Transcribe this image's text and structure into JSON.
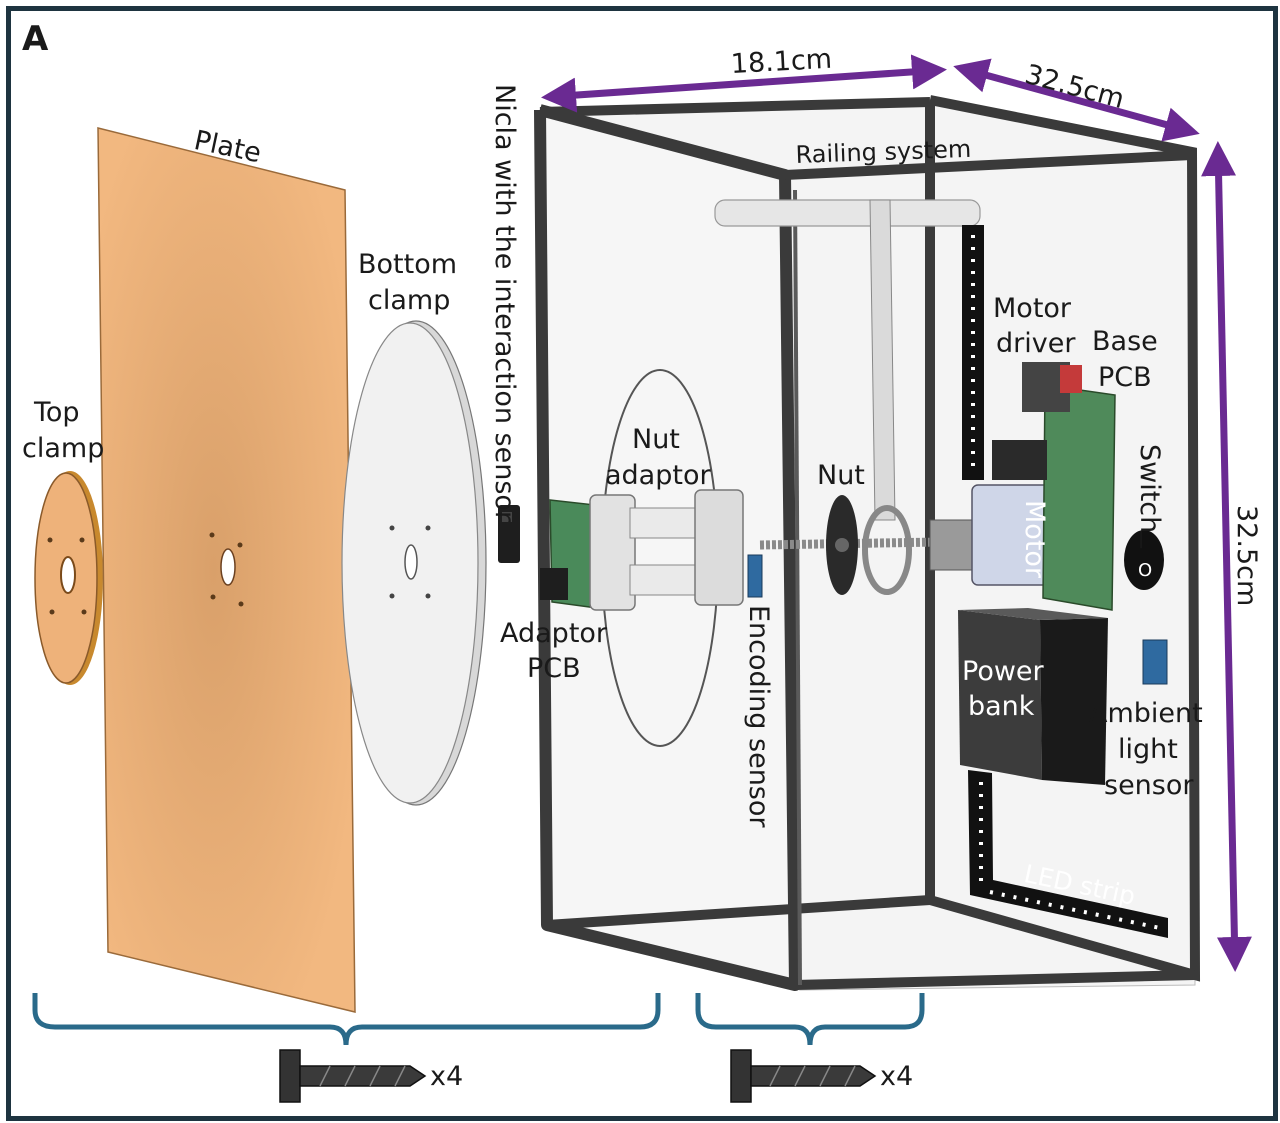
{
  "panel_letter": "A",
  "labels": {
    "plate": "Plate",
    "top_clamp_1": "Top",
    "top_clamp_2": "clamp",
    "bottom_clamp_1": "Bottom",
    "bottom_clamp_2": "clamp",
    "nicla": "Nicla with the interaction sensor",
    "adaptor_pcb_1": "Adaptor",
    "adaptor_pcb_2": "PCB",
    "nut_adaptor_1": "Nut",
    "nut_adaptor_2": "adaptor",
    "nut": "Nut",
    "encoding_sensor": "Encoding sensor",
    "railing_system": "Railing system",
    "motor_driver_1": "Motor",
    "motor_driver_2": "driver",
    "base_pcb_1": "Base",
    "base_pcb_2": "PCB",
    "switch": "Switch",
    "switch_off": "O",
    "switch_on": "|",
    "motor": "Motor",
    "power_bank_1": "Power",
    "power_bank_2": "bank",
    "ambient_1": "Ambient",
    "ambient_2": "light",
    "ambient_3": "sensor",
    "led_strip": "LED strip"
  },
  "dimensions": {
    "width": "18.1cm",
    "depth": "32.5cm",
    "height": "32.5cm"
  },
  "screw_groups": {
    "left_count": "x4",
    "right_count": "x4"
  },
  "colors": {
    "border": "#1e3440",
    "plate": "#f0b57c",
    "clamp": "#e8b07a",
    "dimension_arrow": "#6a2a92",
    "bracket": "#2a6a8a",
    "frame_dark": "#3a3a3a"
  }
}
